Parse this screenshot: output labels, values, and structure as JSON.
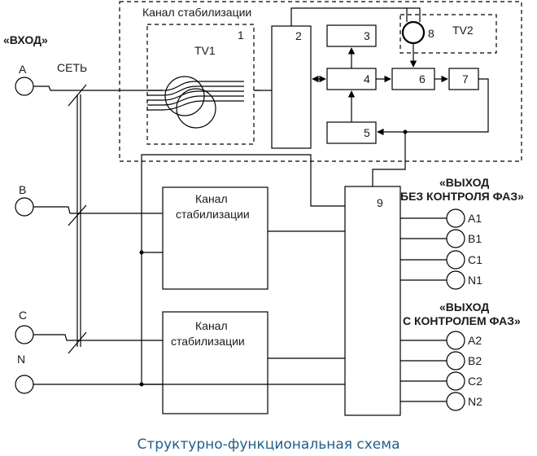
{
  "labels": {
    "input": "«ВХОД»",
    "network": "СЕТЬ",
    "phase_a": "A",
    "phase_b": "B",
    "phase_c": "C",
    "neutral": "N",
    "top_channel_title": "Канал стабилизации",
    "channel_b_line1": "Канал",
    "channel_b_line2": "стабилизации",
    "channel_c_line1": "Канал",
    "channel_c_line2": "стабилизации",
    "tv1": "TV1",
    "tv2": "TV2",
    "num1": "1",
    "num2": "2",
    "num3": "3",
    "num4": "4",
    "num5": "5",
    "num6": "6",
    "num7": "7",
    "num8": "8",
    "num9": "9",
    "out1_line1": "«ВЫХОД",
    "out1_line2": "БЕЗ КОНТРОЛЯ ФАЗ»",
    "out2_line1": "«ВЫХОД",
    "out2_line2": "С КОНТРОЛЕМ ФАЗ»",
    "a1": "A1",
    "b1": "B1",
    "c1": "C1",
    "n1": "N1",
    "a2": "A2",
    "b2": "B2",
    "c2": "C2",
    "n2": "N2",
    "caption": "Структурно-функциональная схема"
  }
}
